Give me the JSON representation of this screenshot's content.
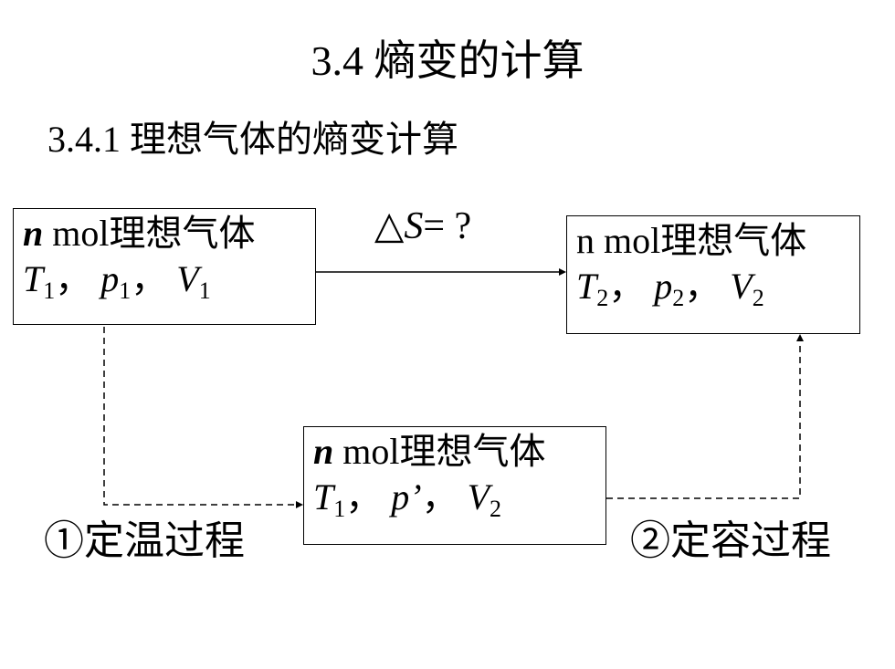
{
  "title": "3.4  熵变的计算",
  "subtitle": "3.4.1   理想气体的熵变计算",
  "delta_label": {
    "triangle": "△",
    "symbol": "S",
    "rest": "= ?"
  },
  "box_initial": {
    "n": "n",
    "head": " mol理想气体",
    "t": "T",
    "t_sub": "1",
    "sep1": "，",
    "p": "p",
    "p_sub": "1",
    "sep2": "，",
    "v": "V",
    "v_sub": "1"
  },
  "box_final": {
    "head": "n mol理想气体",
    "t": "T",
    "t_sub": "2",
    "sep1": "，",
    "p": "p",
    "p_sub": "2",
    "sep2": "，",
    "v": "V",
    "v_sub": "2"
  },
  "box_mid": {
    "n": "n",
    "head": " mol理想气体",
    "t": "T",
    "t_sub": "1",
    "sep1": "，",
    "p": "p’",
    "sep2": "，",
    "v": "V",
    "v_sub": "2"
  },
  "process_1": "①定温过程",
  "process_2": "②定容过程"
}
